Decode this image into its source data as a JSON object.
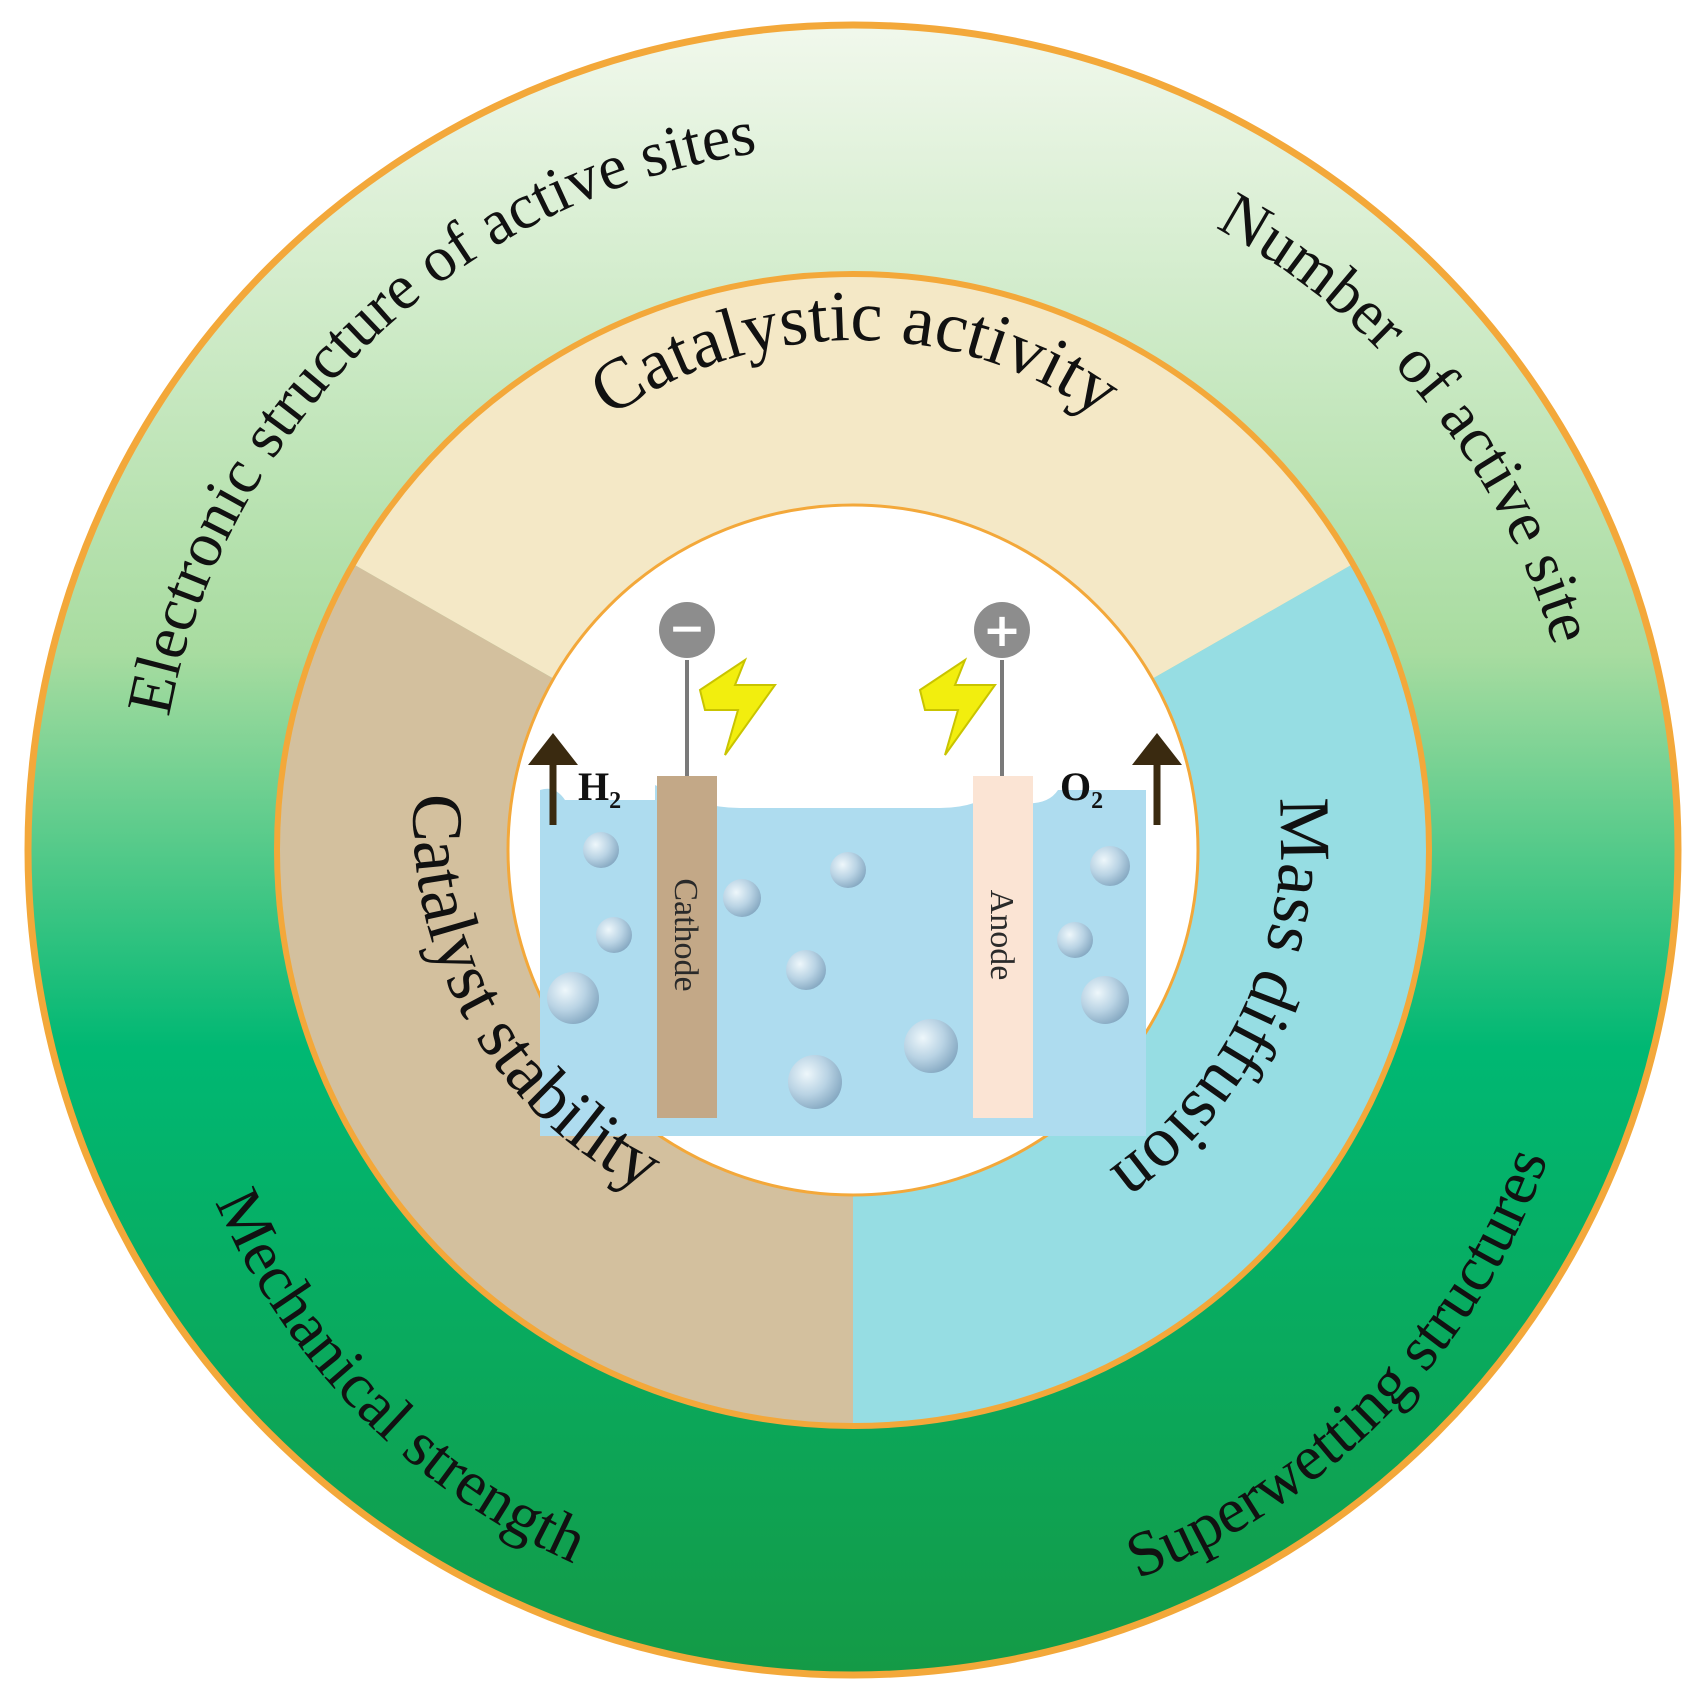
{
  "outer_ring": {
    "labels": [
      "Electronic structure of active sites",
      "Number of active site",
      "Mechanical strength",
      "Superwetting structures"
    ]
  },
  "middle_ring": {
    "segments": [
      {
        "label": "Catalystic activity",
        "color": "#f4e8c6"
      },
      {
        "label": "Mass diffusion",
        "color": "#96dde3"
      },
      {
        "label": "Catalyst stability",
        "color": "#d3c09e"
      }
    ]
  },
  "cell": {
    "cathode_label": "Cathode",
    "anode_label": "Anode",
    "cathode_gas": "H₂",
    "anode_gas": "O₂",
    "cathode_sign": "−",
    "anode_sign": "+"
  },
  "colors": {
    "border": "#f3a83a",
    "green_light": "#e8f5e2",
    "green_mid": "#00b873",
    "green_dark": "#0f9646",
    "electrolyte": "#aedcef",
    "cathode": "#c3a887",
    "anode": "#fbe4d4",
    "lightning": "#f2ee0e"
  }
}
